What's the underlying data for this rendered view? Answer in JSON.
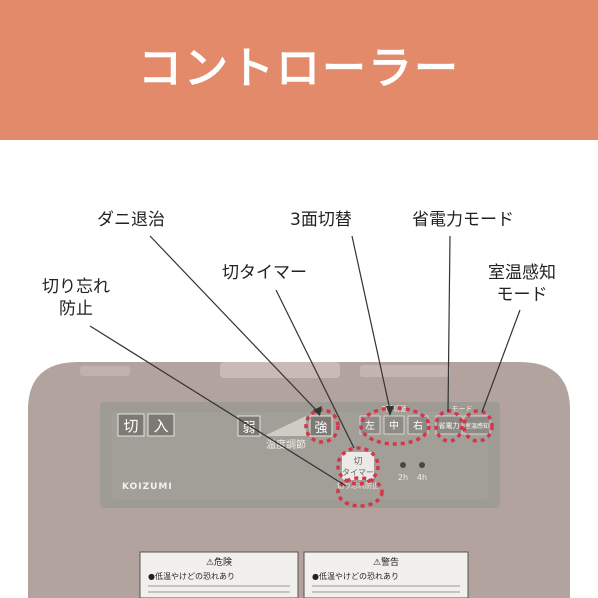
{
  "header": {
    "title": "コントローラー"
  },
  "callouts": {
    "dani": "ダニ退治",
    "three_face": "3面切替",
    "power_save": "省電力モード",
    "off_timer": "切タイマー",
    "room_temp_line1": "室温感知",
    "room_temp_line2": "モード",
    "forget_line1": "切り忘れ",
    "forget_line2": "防止"
  },
  "panel": {
    "off_button": "切",
    "on_button": "入",
    "weak": "弱",
    "strong": "強",
    "temp_adjust": "温度調節",
    "face_header": "3面切替",
    "face_a": "左",
    "face_b": "中",
    "face_c": "右",
    "mode_header": "モード",
    "power_save_btn": "省電力",
    "room_temp_btn": "室温感知",
    "timer_line1": "切",
    "timer_line2": "タイマー",
    "timer_sub": "切り忘れ防止",
    "h2": "2h",
    "h4": "4h",
    "brand": "KOIZUMI"
  },
  "warnings": {
    "danger_title": "⚠危険",
    "danger_body": "●低温やけどの恐れあり",
    "caution_title": "⚠警告",
    "caution_body": "●低温やけどの恐れあり"
  },
  "colors": {
    "banner": "#e38a6a",
    "device": "#b3a39f",
    "panel": "#9e9a94",
    "highlight": "#d2384a"
  }
}
